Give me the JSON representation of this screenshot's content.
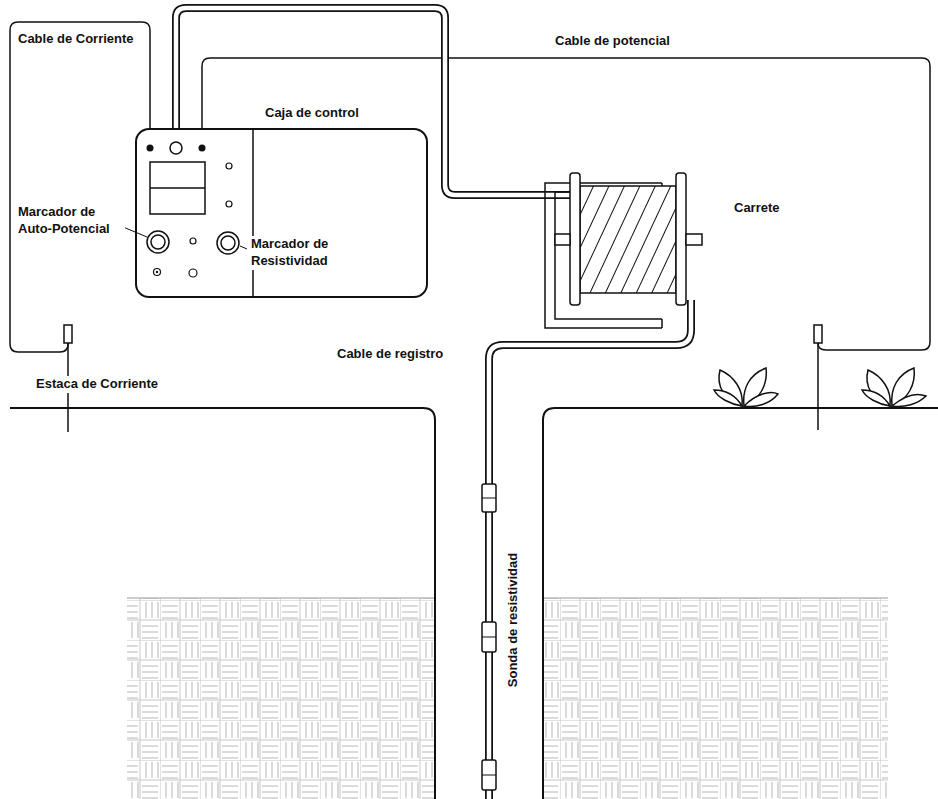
{
  "diagram": {
    "nodes": [
      {
        "text": [
          "Caja de control"
        ]
      }
    ],
    "labels": [
      "Cable de Corriente",
      "Cable de potencial",
      "Marcador de Auto-Potencial",
      "Marcador de Resistividad",
      "Carrete",
      "Cable de registro",
      "Estaca de Corriente",
      "Sonda de resistividad"
    ]
  }
}
